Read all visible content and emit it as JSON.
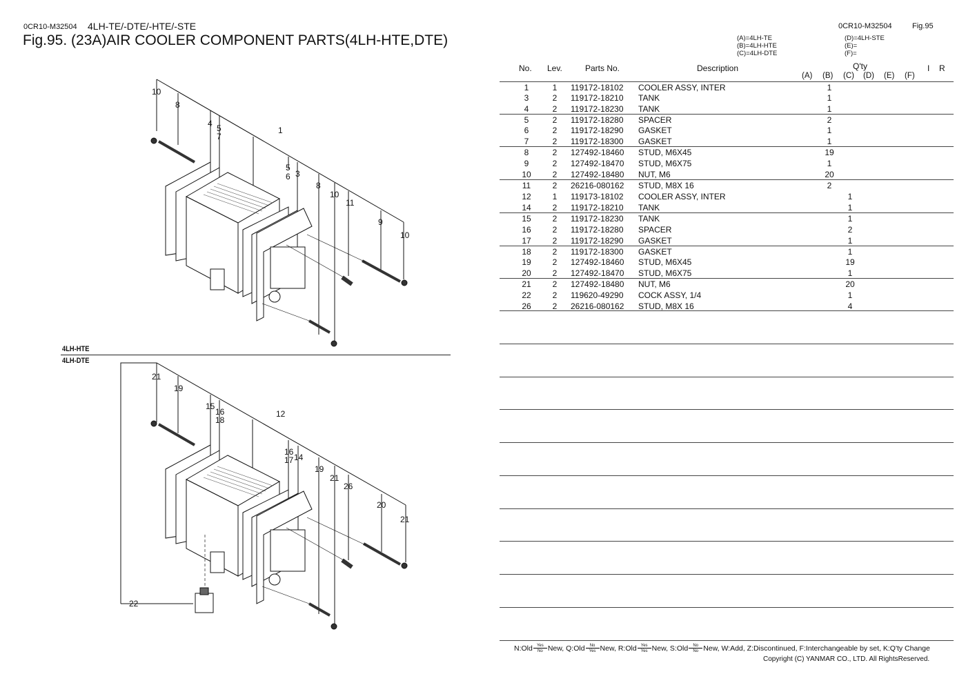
{
  "header": {
    "doc_code": "0CR10-M32504",
    "models": "4LH-TE/-DTE/-HTE/-STE",
    "figure_title": "Fig.95.  (23A)AIR COOLER COMPONENT PARTS(4LH-HTE,DTE)",
    "doc_code_right": "0CR10-M32504",
    "fig_right": "Fig.95"
  },
  "model_key": {
    "A": "(A)=4LH-TE",
    "B": "(B)=4LH-HTE",
    "C": "(C)=4LH-DTE",
    "D": "(D)=4LH-STE",
    "E": "(E)=",
    "F": "(F)="
  },
  "table": {
    "headers": {
      "no": "No.",
      "lev": "Lev.",
      "parts_no": "Parts No.",
      "description": "Description",
      "qty": "Q'ty",
      "col_a": "(A)",
      "col_b": "(B)",
      "col_c": "(C)",
      "col_d": "(D)",
      "col_e": "(E)",
      "col_f": "(F)",
      "i": "I",
      "r": "R"
    },
    "rows": [
      {
        "no": "1",
        "lev": "1",
        "part": "119172-18102",
        "desc": "COOLER ASSY, INTER",
        "qty_b": "1",
        "qty_c": ""
      },
      {
        "no": "3",
        "lev": "2",
        "part": "119172-18210",
        "desc": "TANK",
        "qty_b": "1",
        "qty_c": ""
      },
      {
        "no": "4",
        "lev": "2",
        "part": "119172-18230",
        "desc": "TANK",
        "qty_b": "1",
        "qty_c": ""
      },
      {
        "no": "5",
        "lev": "2",
        "part": "119172-18280",
        "desc": "SPACER",
        "qty_b": "2",
        "qty_c": ""
      },
      {
        "no": "6",
        "lev": "2",
        "part": "119172-18290",
        "desc": "GASKET",
        "qty_b": "1",
        "qty_c": ""
      },
      {
        "no": "7",
        "lev": "2",
        "part": "119172-18300",
        "desc": "GASKET",
        "qty_b": "1",
        "qty_c": ""
      },
      {
        "no": "8",
        "lev": "2",
        "part": "127492-18460",
        "desc": "STUD, M6X45",
        "qty_b": "19",
        "qty_c": ""
      },
      {
        "no": "9",
        "lev": "2",
        "part": "127492-18470",
        "desc": "STUD, M6X75",
        "qty_b": "1",
        "qty_c": ""
      },
      {
        "no": "10",
        "lev": "2",
        "part": "127492-18480",
        "desc": "NUT, M6",
        "qty_b": "20",
        "qty_c": ""
      },
      {
        "no": "11",
        "lev": "2",
        "part": "26216-080162",
        "desc": "STUD, M8X 16",
        "qty_b": "2",
        "qty_c": ""
      },
      {
        "no": "12",
        "lev": "1",
        "part": "119173-18102",
        "desc": "COOLER ASSY, INTER",
        "qty_b": "",
        "qty_c": "1"
      },
      {
        "no": "14",
        "lev": "2",
        "part": "119172-18210",
        "desc": "TANK",
        "qty_b": "",
        "qty_c": "1"
      },
      {
        "no": "15",
        "lev": "2",
        "part": "119172-18230",
        "desc": "TANK",
        "qty_b": "",
        "qty_c": "1"
      },
      {
        "no": "16",
        "lev": "2",
        "part": "119172-18280",
        "desc": "SPACER",
        "qty_b": "",
        "qty_c": "2"
      },
      {
        "no": "17",
        "lev": "2",
        "part": "119172-18290",
        "desc": "GASKET",
        "qty_b": "",
        "qty_c": "1"
      },
      {
        "no": "18",
        "lev": "2",
        "part": "119172-18300",
        "desc": "GASKET",
        "qty_b": "",
        "qty_c": "1"
      },
      {
        "no": "19",
        "lev": "2",
        "part": "127492-18460",
        "desc": "STUD, M6X45",
        "qty_b": "",
        "qty_c": "19"
      },
      {
        "no": "20",
        "lev": "2",
        "part": "127492-18470",
        "desc": "STUD, M6X75",
        "qty_b": "",
        "qty_c": "1"
      },
      {
        "no": "21",
        "lev": "2",
        "part": "127492-18480",
        "desc": "NUT, M6",
        "qty_b": "",
        "qty_c": "20"
      },
      {
        "no": "22",
        "lev": "2",
        "part": "119620-49290",
        "desc": "COCK ASSY, 1/4",
        "qty_b": "",
        "qty_c": "1"
      },
      {
        "no": "26",
        "lev": "2",
        "part": "26216-080162",
        "desc": "STUD, M8X 16",
        "qty_b": "",
        "qty_c": "4"
      }
    ]
  },
  "diagram": {
    "variant_top": "4LH-HTE",
    "variant_bottom": "4LH-DTE",
    "top_callouts": [
      "10",
      "8",
      "4",
      "5",
      "7",
      "1",
      "5",
      "6",
      "3",
      "8",
      "10",
      "11",
      "9",
      "10"
    ],
    "bottom_callouts": [
      "21",
      "19",
      "15",
      "16",
      "18",
      "12",
      "16",
      "17",
      "14",
      "19",
      "21",
      "26",
      "20",
      "21",
      "22"
    ]
  },
  "footer": {
    "legend_parts": [
      {
        "pre": "N:Old",
        "top": "Yes",
        "bottom": "No",
        "post": "New,"
      },
      {
        "pre": "Q:Old",
        "top": "No",
        "bottom": "Yes",
        "post": "New,"
      },
      {
        "pre": "R:Old",
        "top": "Yes",
        "bottom": "Yes",
        "post": "New,"
      },
      {
        "pre": "S:Old",
        "top": "No",
        "bottom": "No",
        "post": "New,"
      }
    ],
    "legend_tail": "W:Add, Z:Discontinued, F:Interchangeable by set, K:Q'ty Change",
    "copyright": "Copyright (C)  YANMAR CO., LTD. All RightsReserved."
  }
}
